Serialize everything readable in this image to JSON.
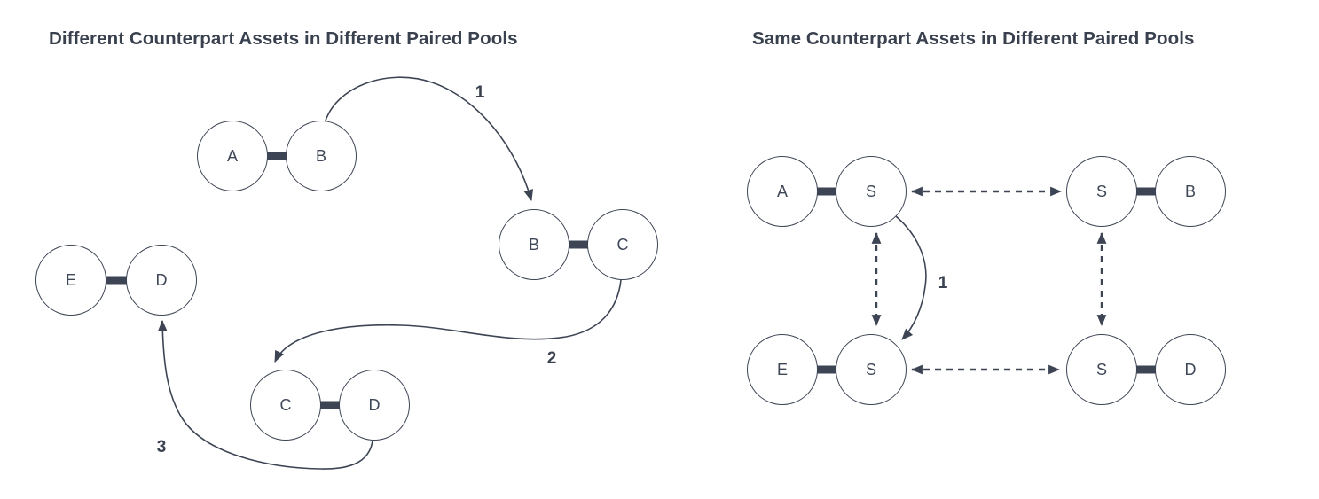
{
  "left_diagram": {
    "title": "Different Counterpart Assets in Different Paired Pools",
    "pools": [
      "A-B",
      "B-C",
      "E-D",
      "C-D"
    ],
    "nodes": [
      {
        "id": "ab-a",
        "label": "A"
      },
      {
        "id": "ab-b",
        "label": "B"
      },
      {
        "id": "bc-b",
        "label": "B"
      },
      {
        "id": "bc-c",
        "label": "C"
      },
      {
        "id": "ed-e",
        "label": "E"
      },
      {
        "id": "ed-d",
        "label": "D"
      },
      {
        "id": "cd-c",
        "label": "C"
      },
      {
        "id": "cd-d",
        "label": "D"
      }
    ],
    "arrow_labels": [
      {
        "label": "1",
        "from_pool": "A-B",
        "to_pool": "B-C"
      },
      {
        "label": "2",
        "from_pool": "B-C",
        "to_pool": "C-D"
      },
      {
        "label": "3",
        "from_pool": "C-D",
        "to_pool": "E-D"
      }
    ]
  },
  "right_diagram": {
    "title": "Same Counterpart Assets in Different Paired Pools",
    "pools": [
      "A-S",
      "S-B",
      "E-S",
      "S-D"
    ],
    "nodes": [
      {
        "id": "as-a",
        "label": "A"
      },
      {
        "id": "as-s",
        "label": "S"
      },
      {
        "id": "sb-s",
        "label": "S"
      },
      {
        "id": "sb-b",
        "label": "B"
      },
      {
        "id": "es-e",
        "label": "E"
      },
      {
        "id": "es-s",
        "label": "S"
      },
      {
        "id": "sd-s",
        "label": "S"
      },
      {
        "id": "sd-d",
        "label": "D"
      }
    ],
    "arrow_labels": [
      {
        "label": "1",
        "from_pool": "A-S",
        "to_pool": "E-S"
      }
    ]
  },
  "colors": {
    "stroke": "#3d4554",
    "text": "#3a4250",
    "background": "#ffffff"
  }
}
